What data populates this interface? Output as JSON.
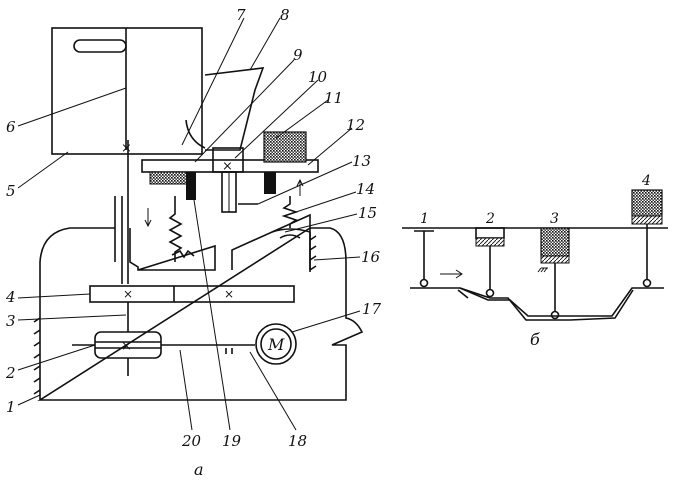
{
  "figure_a": {
    "caption": "a",
    "callouts": [
      "1",
      "2",
      "3",
      "4",
      "5",
      "6",
      "7",
      "8",
      "9",
      "10",
      "11",
      "12",
      "13",
      "14",
      "15",
      "16",
      "17",
      "18",
      "19",
      "20"
    ],
    "motor_label": "M"
  },
  "figure_b": {
    "caption": "б",
    "stations": [
      "1",
      "2",
      "3",
      "4"
    ]
  }
}
